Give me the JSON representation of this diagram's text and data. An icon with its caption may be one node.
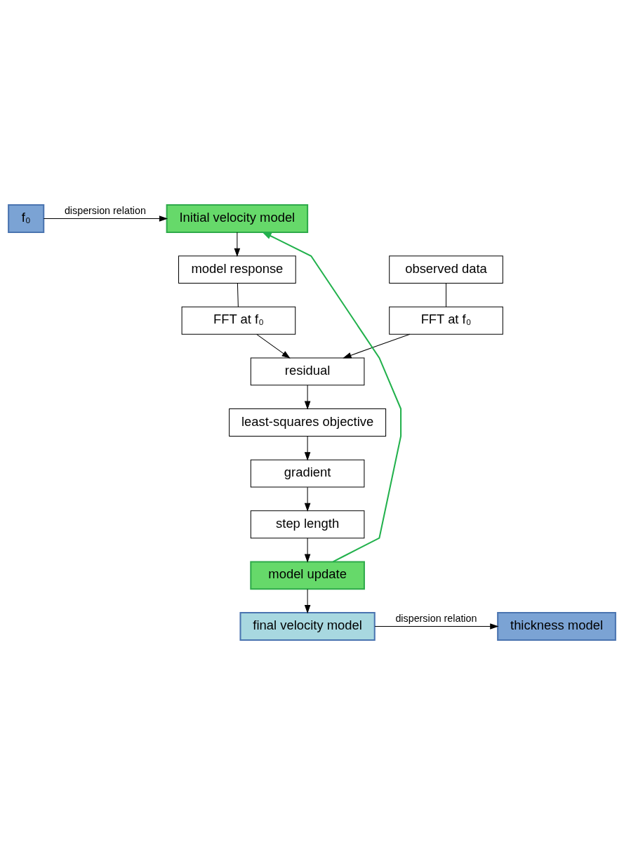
{
  "diagram": {
    "nodes": [
      {
        "text": [
          "f₀"
        ]
      },
      {
        "text": [
          "Initial velocity model"
        ]
      },
      {
        "text": [
          "observed data"
        ]
      },
      {
        "text": [
          "model response"
        ]
      },
      {
        "text": [
          "FFT at f₀"
        ]
      },
      {
        "text": [
          "FFT at f₀"
        ]
      },
      {
        "text": [
          "residual"
        ]
      },
      {
        "text": [
          "least-squares objective"
        ]
      },
      {
        "text": [
          "gradient"
        ]
      },
      {
        "text": [
          "step length"
        ]
      },
      {
        "text": [
          "model update"
        ]
      },
      {
        "text": [
          "final velocity model"
        ]
      },
      {
        "text": [
          "thickness model"
        ]
      }
    ],
    "edges": [
      {
        "from": 0,
        "to": 1,
        "arrow": "to",
        "label": "dispersion relation"
      },
      {
        "from": 1,
        "to": 3,
        "arrow": "to"
      },
      {
        "from": 2,
        "to": 4,
        "arrow": "none"
      },
      {
        "from": 3,
        "to": 5,
        "arrow": "none"
      },
      {
        "from": 4,
        "to": 6,
        "arrow": "to"
      },
      {
        "from": 5,
        "to": 6,
        "arrow": "to"
      },
      {
        "from": 6,
        "to": 7,
        "arrow": "to"
      },
      {
        "from": 7,
        "to": 8,
        "arrow": "to"
      },
      {
        "from": 8,
        "to": 9,
        "arrow": "to"
      },
      {
        "from": 9,
        "to": 10,
        "arrow": "to"
      },
      {
        "from": 10,
        "to": 1,
        "arrow": "to",
        "color": "#22b14c"
      },
      {
        "from": 10,
        "to": 11,
        "arrow": "to"
      },
      {
        "from": 11,
        "to": 12,
        "arrow": "to",
        "label": "dispersion relation"
      }
    ]
  }
}
